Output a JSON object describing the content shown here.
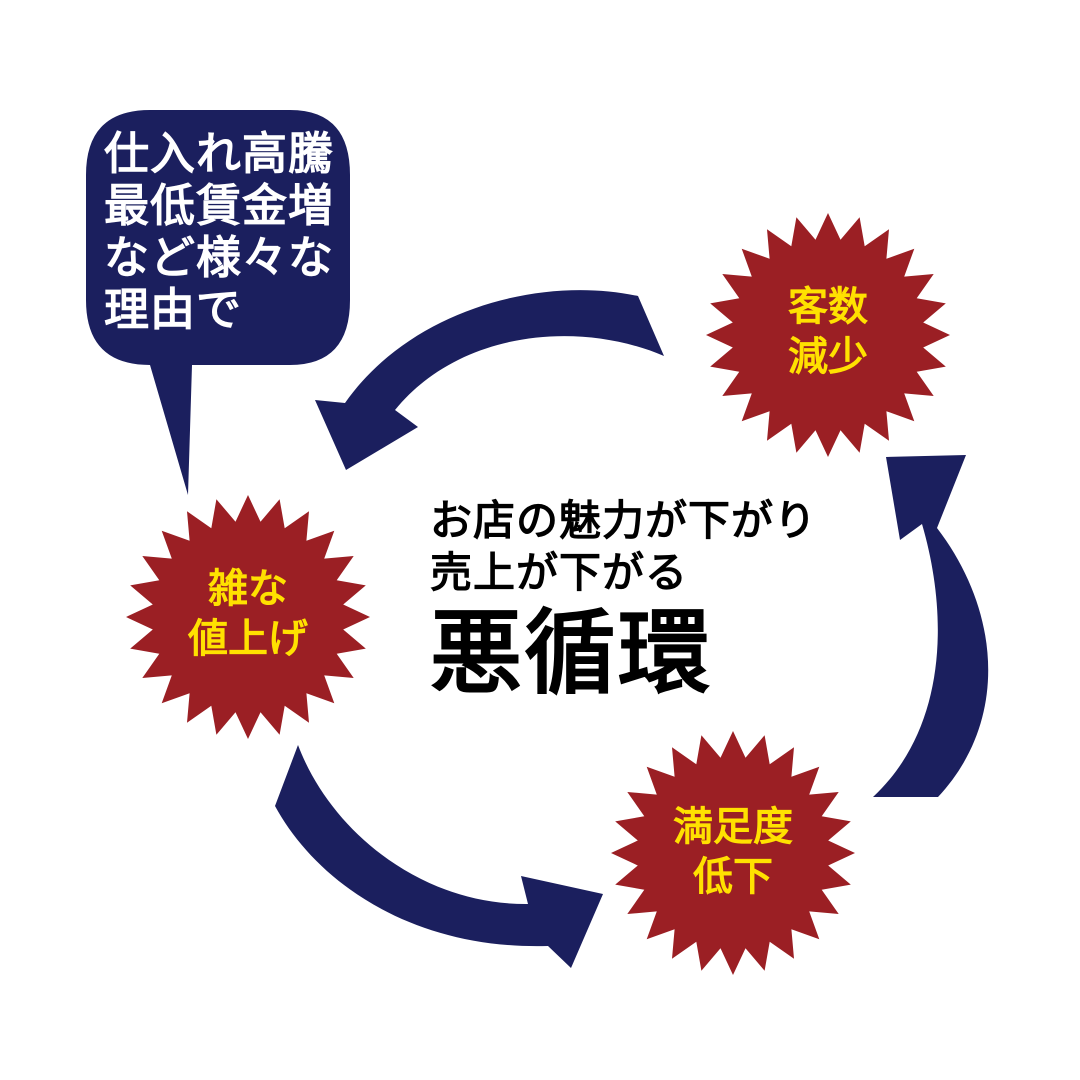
{
  "colors": {
    "navy": "#1b1f5e",
    "burst_red": "#9b1f24",
    "burst_text": "#ffe100",
    "bubble_text": "#ffffff",
    "center_text": "#000000",
    "background": "#ffffff"
  },
  "speech_bubble": {
    "lines": [
      "仕入れ高騰",
      "最低賃金増",
      "など様々な",
      "理由で"
    ]
  },
  "center": {
    "line1": "お店の魅力が下がり",
    "line2": "売上が下がる",
    "title": "悪循環"
  },
  "cycle": [
    {
      "id": "price-hike",
      "lines": [
        "雑な",
        "値上げ"
      ]
    },
    {
      "id": "satisfaction-drop",
      "lines": [
        "満足度",
        "低下"
      ]
    },
    {
      "id": "customer-decrease",
      "lines": [
        "客数",
        "減少"
      ]
    }
  ],
  "arrows": [
    {
      "from": "customer-decrease",
      "to": "price-hike",
      "direction": "counterclockwise"
    },
    {
      "from": "price-hike",
      "to": "satisfaction-drop",
      "direction": "counterclockwise"
    },
    {
      "from": "satisfaction-drop",
      "to": "customer-decrease",
      "direction": "counterclockwise"
    }
  ]
}
